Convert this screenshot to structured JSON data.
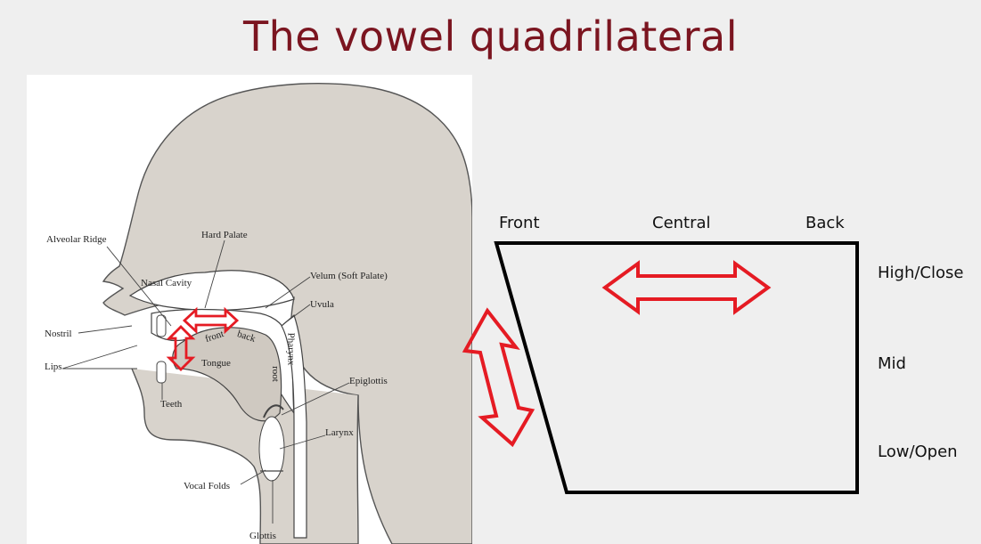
{
  "slide": {
    "title": "The vowel quadrilateral"
  },
  "anatomy": {
    "labels": {
      "alveolar_ridge": "Alveolar Ridge",
      "hard_palate": "Hard Palate",
      "nasal_cavity": "Nasal Cavity",
      "velum": "Velum (Soft Palate)",
      "uvula": "Uvula",
      "nostril": "Nostril",
      "lips": "Lips",
      "tongue": "Tongue",
      "teeth": "Teeth",
      "pharynx": "Pharynx",
      "root": "root",
      "front": "front",
      "back": "back",
      "epiglottis": "Epiglottis",
      "larynx": "Larynx",
      "vocal_folds": "Vocal Folds",
      "glottis": "Glottis"
    }
  },
  "quadrilateral": {
    "columns": {
      "front": "Front",
      "central": "Central",
      "back": "Back"
    },
    "rows": {
      "high": "High/Close",
      "mid": "Mid",
      "low": "Low/Open"
    }
  },
  "colors": {
    "title": "#7b1520",
    "arrow": "#e51b23",
    "head": "#d8d3cc"
  }
}
